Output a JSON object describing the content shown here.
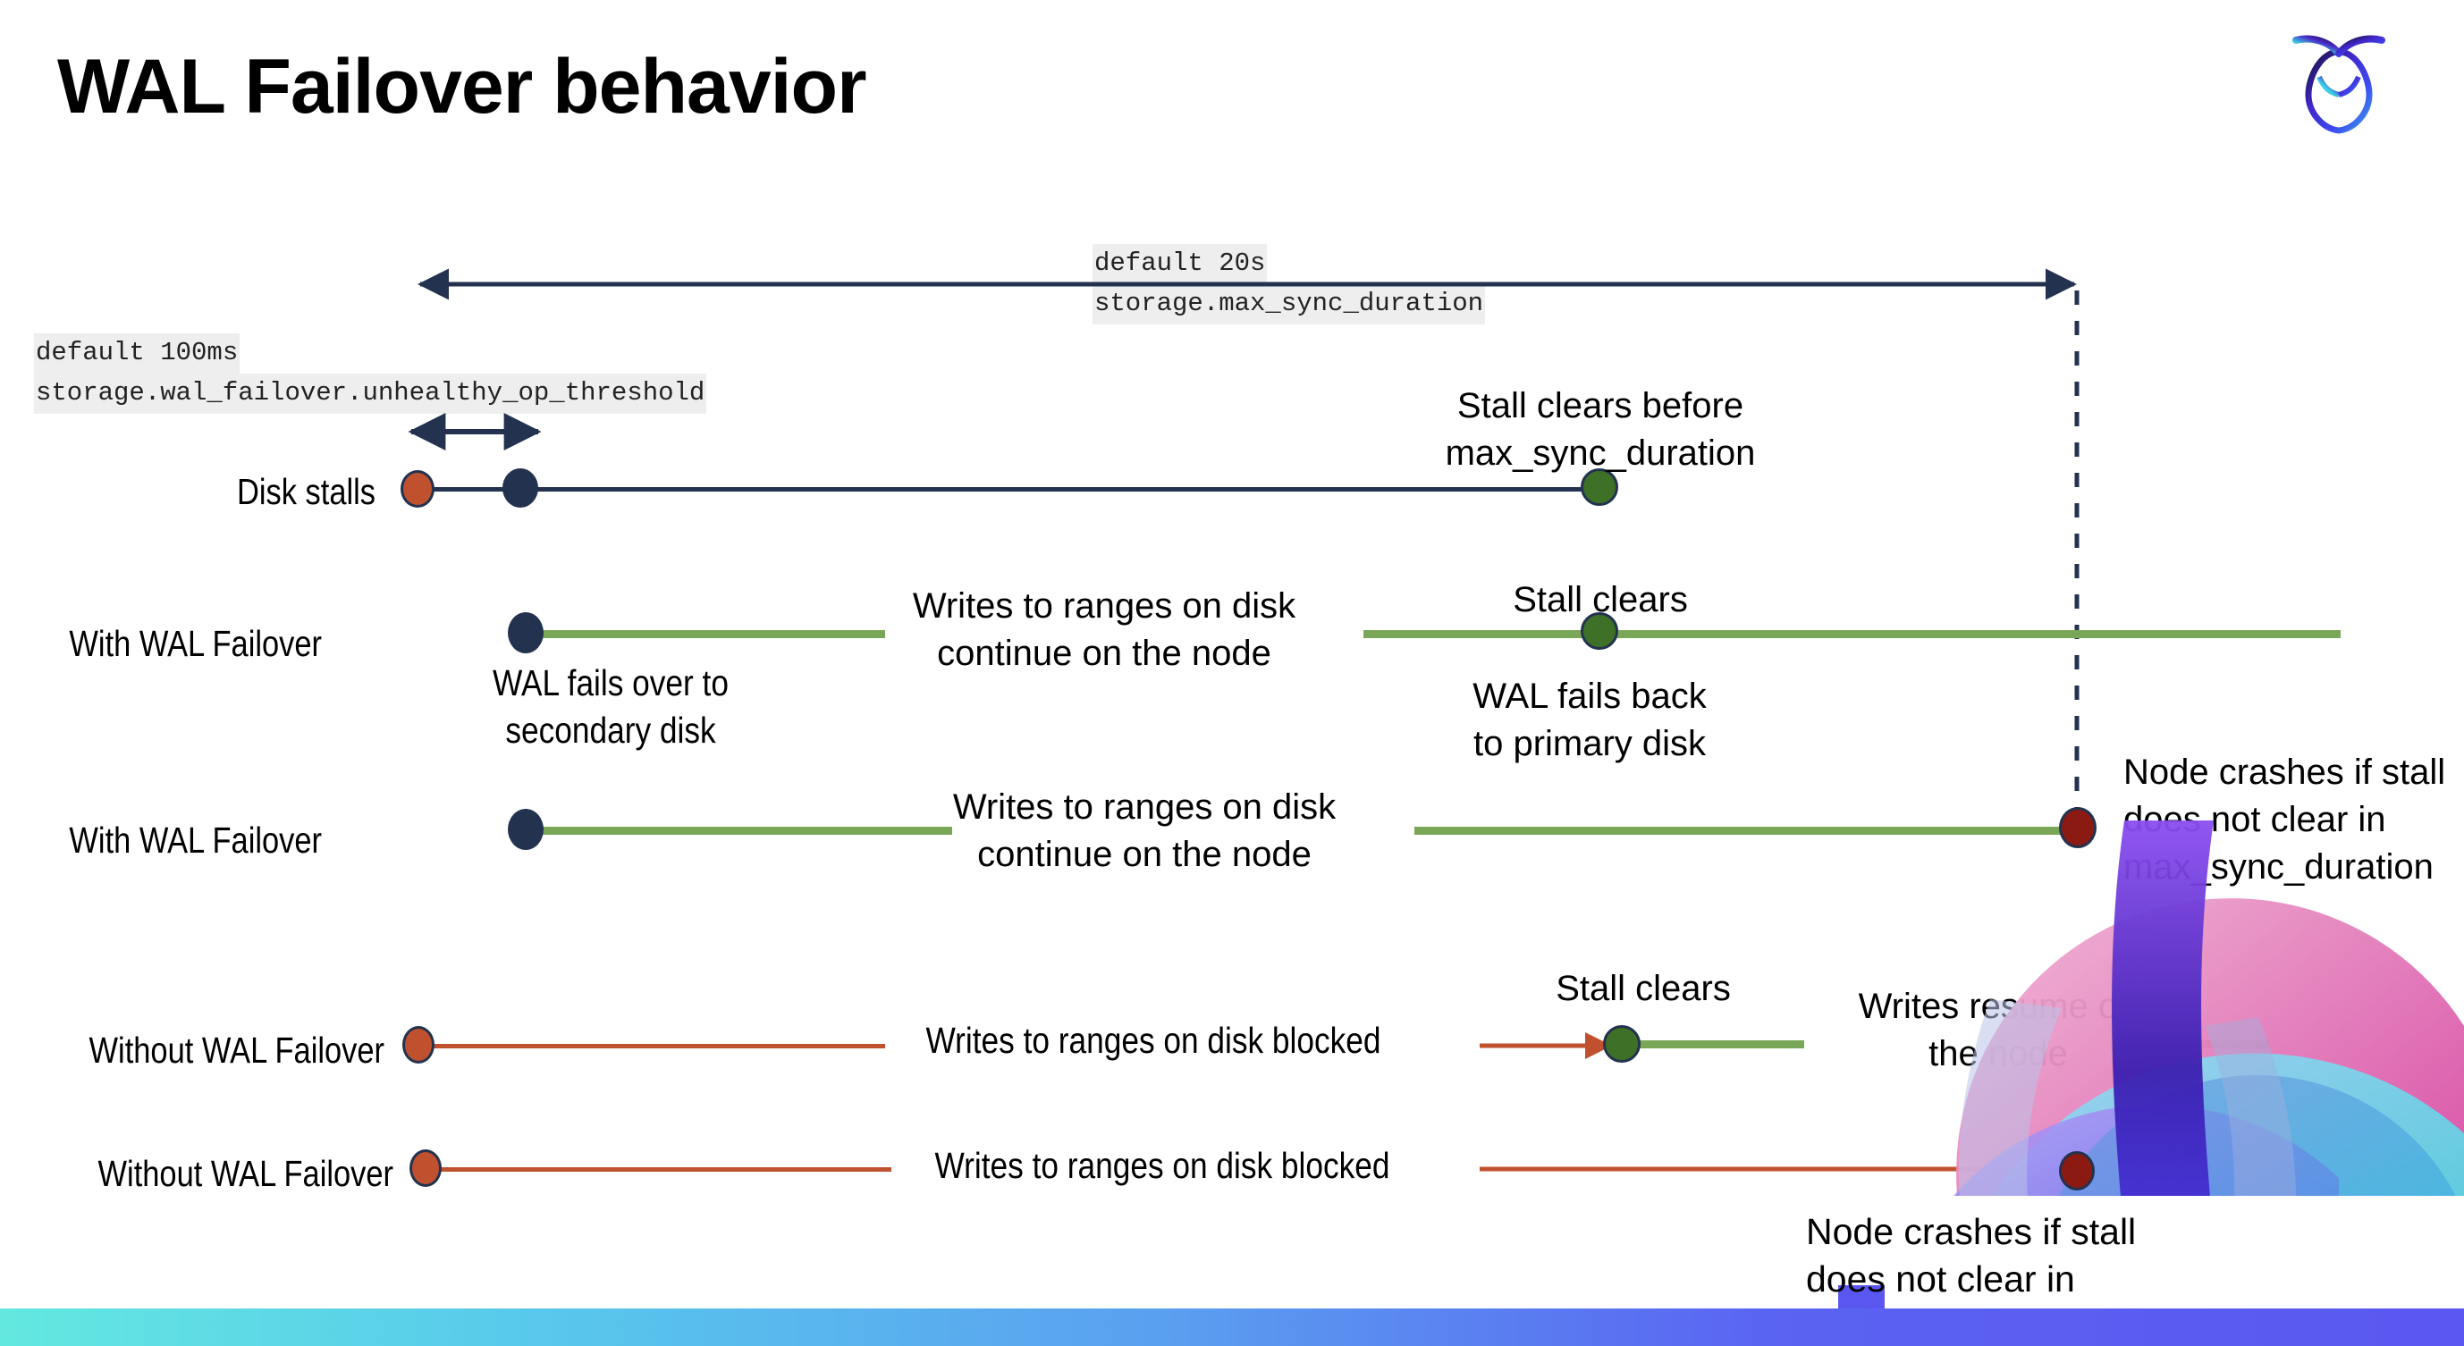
{
  "slide": {
    "title": "WAL Failover behavior",
    "logo_name": "cockroachdb-logo"
  },
  "settings": [
    {
      "id": "max_sync_duration",
      "default_label": "default 20s",
      "setting_label": "storage.max_sync_duration"
    },
    {
      "id": "unhealthy_op_threshold",
      "default_label": "default 100ms",
      "setting_label": "storage.wal_failover.unhealthy_op_threshold"
    }
  ],
  "rows": [
    {
      "name": "Disk stalls",
      "annotations": [
        "Stall clears before\nmax_sync_duration"
      ]
    },
    {
      "name": "With WAL Failover",
      "annotations": [
        "Writes to ranges on disk\ncontinue on the node",
        "Stall clears",
        "WAL fails over to\nsecondary disk",
        "WAL fails  back\nto primary disk"
      ]
    },
    {
      "name": "With WAL Failover",
      "annotations": [
        "Writes to ranges on disk\ncontinue on the node",
        "Node crashes if stall\ndoes not clear in\nmax_sync_duration"
      ]
    },
    {
      "name": "Without WAL Failover",
      "annotations": [
        "Writes to ranges on disk  blocked",
        "Stall clears",
        "Writes resume on\nthe node"
      ]
    },
    {
      "name": "Without WAL Failover",
      "annotations": [
        "Writes to ranges on disk  blocked",
        "Node crashes if stall\ndoes not clear in\nmax_sync_duration"
      ]
    }
  ],
  "colors": {
    "navy": "#23324f",
    "green_line": "#7aa658",
    "green_dot": "#3e7027",
    "red_line": "#c0512f",
    "orange_dot": "#c0512f",
    "dark_red_dot": "#8b1a12",
    "code_bg": "#eeeeee",
    "bar_gradient_start": "#63e8e0",
    "bar_gradient_end": "#5a57f0"
  }
}
